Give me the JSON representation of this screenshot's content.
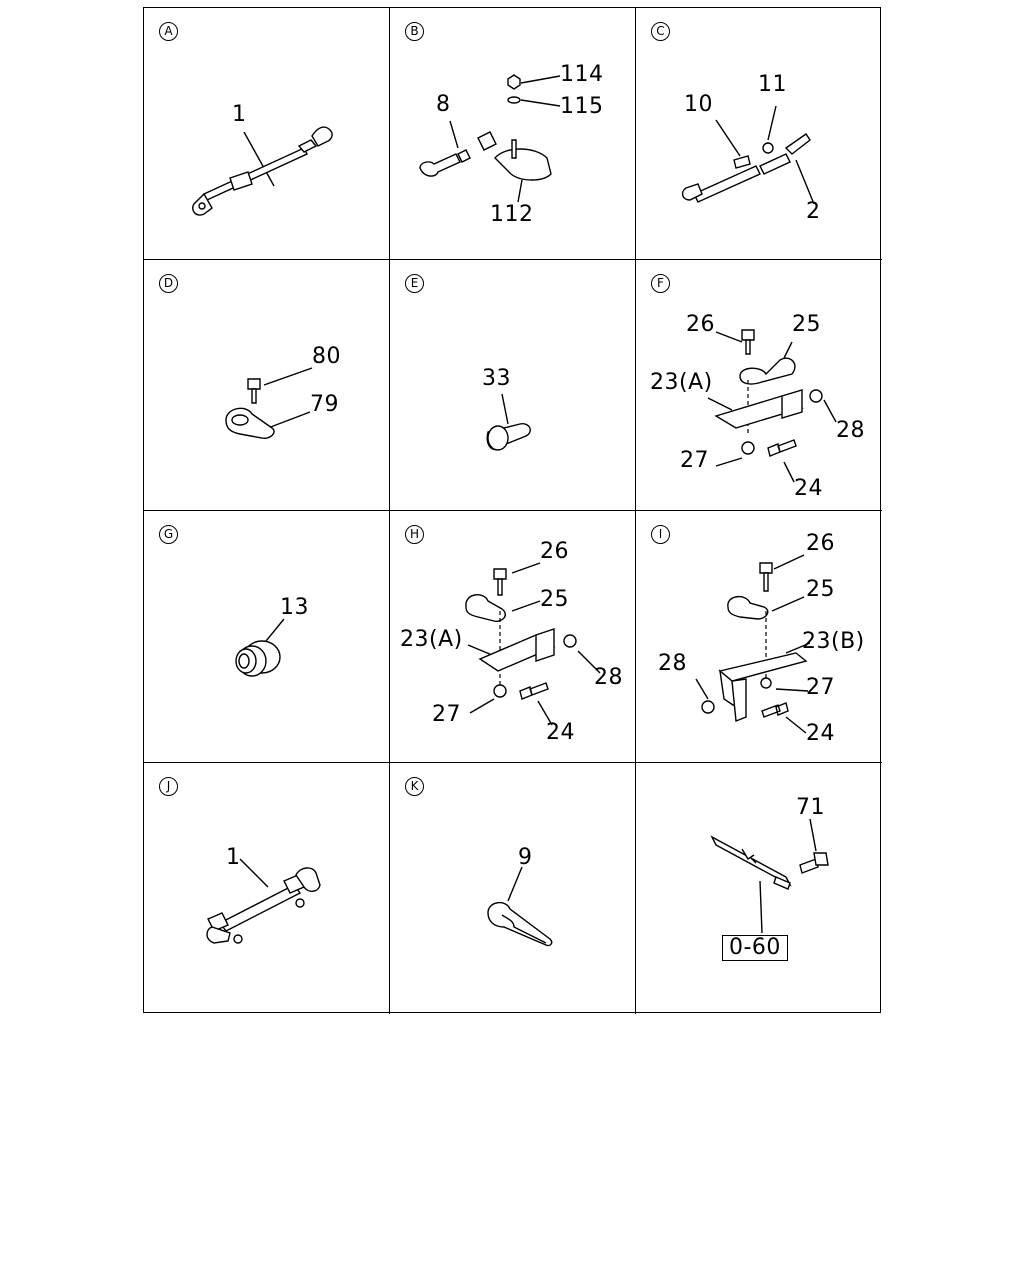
{
  "panels": [
    {
      "badge": "A",
      "labels": [
        "1"
      ]
    },
    {
      "badge": "B",
      "labels": [
        "114",
        "115",
        "8",
        "112"
      ]
    },
    {
      "badge": "C",
      "labels": [
        "10",
        "11",
        "2"
      ]
    },
    {
      "badge": "D",
      "labels": [
        "80",
        "79"
      ]
    },
    {
      "badge": "E",
      "labels": [
        "33"
      ]
    },
    {
      "badge": "F",
      "labels": [
        "26",
        "25",
        "23(A)",
        "28",
        "27",
        "24"
      ]
    },
    {
      "badge": "G",
      "labels": [
        "13"
      ]
    },
    {
      "badge": "H",
      "labels": [
        "26",
        "25",
        "23(A)",
        "28",
        "27",
        "24"
      ]
    },
    {
      "badge": "I",
      "labels": [
        "26",
        "25",
        "23(B)",
        "28",
        "27",
        "24"
      ]
    },
    {
      "badge": "J",
      "labels": [
        "1"
      ]
    },
    {
      "badge": "K",
      "labels": [
        "9"
      ]
    },
    {
      "badge": "",
      "labels": [
        "71",
        "0-60"
      ]
    }
  ]
}
